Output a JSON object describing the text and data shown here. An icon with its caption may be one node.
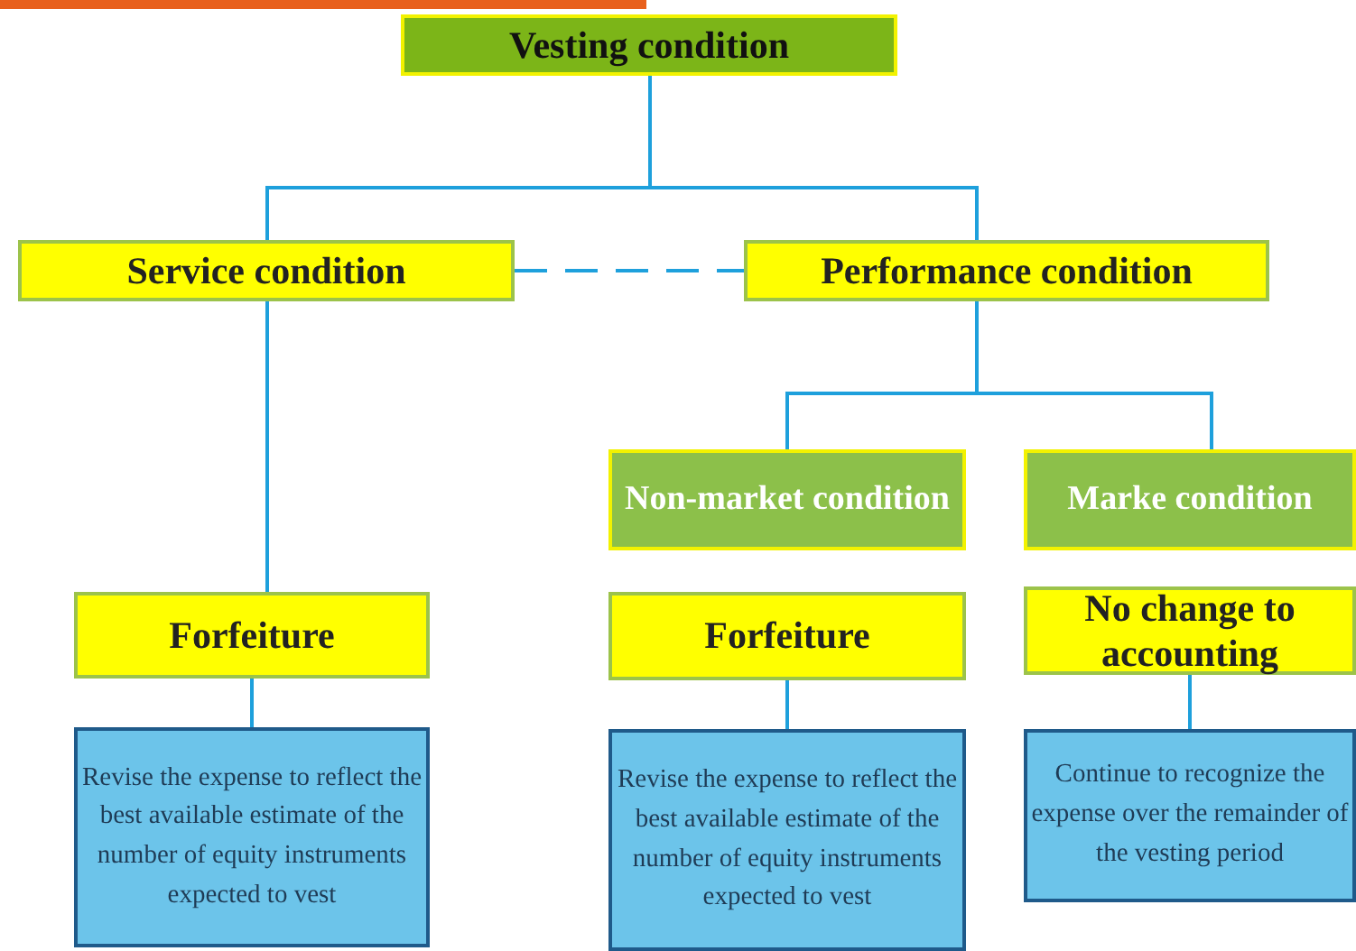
{
  "diagram": {
    "nodes": [
      {
        "text": [
          "Vesting condition"
        ]
      },
      {
        "text": [
          "Service condition"
        ]
      },
      {
        "text": [
          "Performance condition"
        ]
      },
      {
        "text": [
          "Non-market condition"
        ]
      },
      {
        "text": [
          "Marke condition"
        ]
      },
      {
        "text": [
          "Forfeiture"
        ]
      },
      {
        "text": [
          "Forfeiture"
        ]
      },
      {
        "text": [
          "No change to accounting"
        ]
      },
      {
        "text": [
          "Revise the expense to reflect the best available estimate of the number of equity instruments expected to vest"
        ]
      },
      {
        "text": [
          "Revise the expense to reflect the best available estimate of the number of equity instruments expected to vest"
        ]
      },
      {
        "text": [
          "Continue to recognize the expense over the remainder of the vesting period"
        ]
      }
    ],
    "edges": [
      {
        "from": 0,
        "to": 1,
        "arrow": "none"
      },
      {
        "from": 0,
        "to": 2,
        "arrow": "none"
      },
      {
        "from": 1,
        "to": 2,
        "arrow": "none",
        "style": "dashed"
      },
      {
        "from": 2,
        "to": 3,
        "arrow": "none"
      },
      {
        "from": 2,
        "to": 4,
        "arrow": "none"
      },
      {
        "from": 1,
        "to": 5,
        "arrow": "none"
      },
      {
        "from": 5,
        "to": 8,
        "arrow": "none"
      },
      {
        "from": 6,
        "to": 9,
        "arrow": "none"
      },
      {
        "from": 7,
        "to": 10,
        "arrow": "none"
      }
    ]
  }
}
